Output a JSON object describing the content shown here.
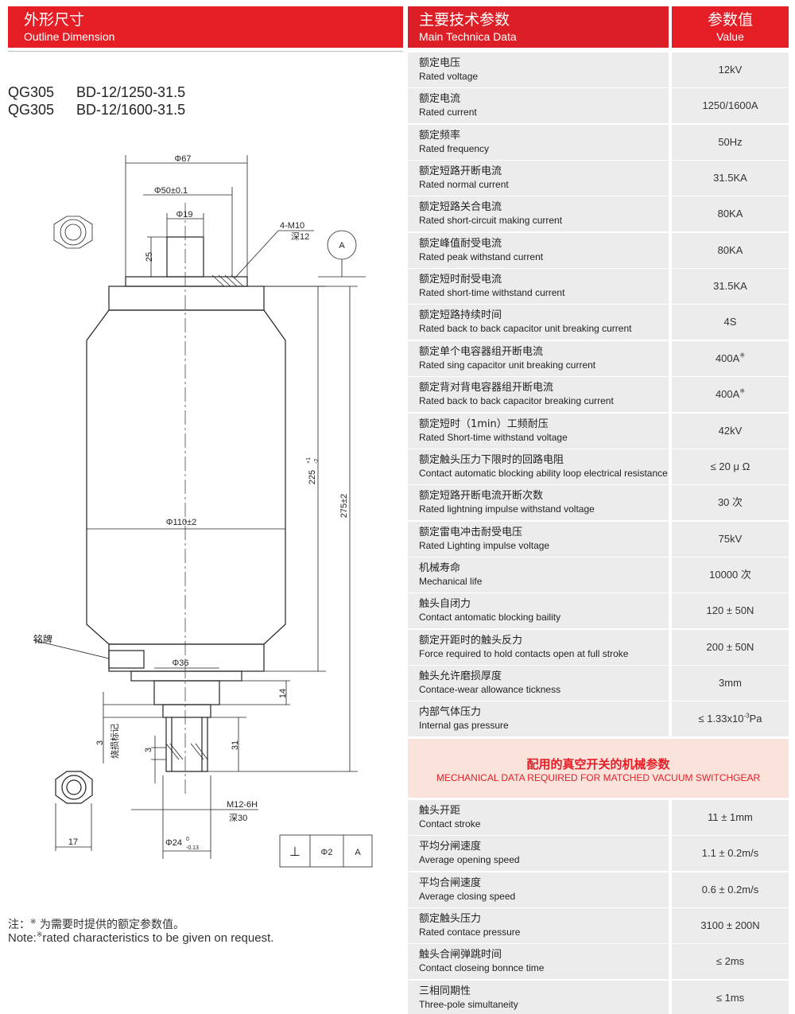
{
  "header": {
    "left_cn": "外形尺寸",
    "left_en": "Outline Dimension",
    "mid_cn": "主要技术参数",
    "mid_en": "Main Technica Data",
    "right_cn": "参数值",
    "right_en": "Value"
  },
  "models": [
    {
      "prefix": "QG305",
      "code": "BD-12/1250-31.5"
    },
    {
      "prefix": "QG305",
      "code": "BD-12/1600-31.5"
    }
  ],
  "drawing": {
    "phi67": "Φ67",
    "phi50": "Φ50±0.1",
    "phi19": "Φ19",
    "dim25": "25",
    "thread": "4-M10",
    "thread_depth": "深12",
    "datum": "A",
    "phi110": "Φ110±2",
    "dim225": "225",
    "tol225_up": "+1",
    "tol225_dn": "-2",
    "dim275": "275±2",
    "nameplate": "铭牌",
    "phi36": "Φ36",
    "dim14": "14",
    "dim31": "31",
    "dim3a": "3",
    "dim3b": "3",
    "burn_mark": "烧损标记",
    "m12": "M12-6H",
    "m12_depth": "深30",
    "dim17": "17",
    "phi24": "Φ24",
    "tol24_up": "0",
    "tol24_dn": "-0.13",
    "perp_sym": "⊥",
    "perp_tol": "Φ2",
    "perp_datum": "A"
  },
  "params": [
    {
      "cn": "额定电压",
      "en": "Rated voltage",
      "value": "12kV"
    },
    {
      "cn": "额定电流",
      "en": "Rated current",
      "value": "1250/1600A"
    },
    {
      "cn": "额定频率",
      "en": "Rated frequency",
      "value": "50Hz"
    },
    {
      "cn": "额定短路开断电流",
      "en": "Rated normal current",
      "value": "31.5KA"
    },
    {
      "cn": "额定短路关合电流",
      "en": "Rated short-circuit making current",
      "value": "80KA"
    },
    {
      "cn": "额定峰值耐受电流",
      "en": "Rated peak withstand current",
      "value": "80KA"
    },
    {
      "cn": "额定短时耐受电流",
      "en": "Rated short-time withstand current",
      "value": "31.5KA"
    },
    {
      "cn": "额定短路持续时间",
      "en": "Rated back to back capacitor unit breaking current",
      "value": "4S"
    },
    {
      "cn": "额定单个电容器组开断电流",
      "en": "Rated sing capacitor unit breaking current",
      "value": "400A",
      "sup": "※"
    },
    {
      "cn": "额定背对背电容器组开断电流",
      "en": "Rated back to back capacitor breaking current",
      "value": "400A",
      "sup": "※"
    },
    {
      "cn": "额定短时（1min）工频耐压",
      "en": "Rated Short-time withstand voltage",
      "value": "42kV"
    },
    {
      "cn": "额定触头压力下限时的回路电阻",
      "en": "Contact automatic blocking ability loop electrical resistance",
      "value": "≤ 20 μ  Ω"
    },
    {
      "cn": "额定短路开断电流开断次数",
      "en": "Rated lightning impulse withstand voltage",
      "value": "30 次"
    },
    {
      "cn": "额定雷电冲击耐受电压",
      "en": "Rated Lighting impulse  voltage",
      "value": "75kV"
    },
    {
      "cn": "机械寿命",
      "en": "Mechanical life",
      "value": "10000 次"
    },
    {
      "cn": "触头自闭力",
      "en": "Contact antomatic blocking baility",
      "value": "120 ± 50N"
    },
    {
      "cn": "额定开距时的触头反力",
      "en": "Force required to hold contacts open at full stroke",
      "value": "200 ± 50N"
    },
    {
      "cn": "触头允许磨损厚度",
      "en": "Contace-wear allowance tickness",
      "value": "3mm"
    },
    {
      "cn": "内部气体压力",
      "en": "Internal gas pressure",
      "value": "≤ 1.33x10",
      "sup": "-3",
      "tail": "Pa"
    }
  ],
  "mech_header": {
    "cn": "配用的真空开关的机械参数",
    "en": "MECHANICAL DATA REQUIRED FOR MATCHED VACUUM SWITCHGEAR"
  },
  "mech_params": [
    {
      "cn": "触头开距",
      "en": "Contact stroke",
      "value": "11 ± 1mm"
    },
    {
      "cn": "平均分闸速度",
      "en": "Average opening speed",
      "value": "1.1 ± 0.2m/s"
    },
    {
      "cn": "平均合闸速度",
      "en": "Average closing speed",
      "value": "0.6 ± 0.2m/s"
    },
    {
      "cn": "额定触头压力",
      "en": "Rated contace pressure",
      "value": "3100 ± 200N"
    },
    {
      "cn": "触头合闸弹跳时间",
      "en": "Contact closeing bonnce time",
      "value": "≤ 2ms"
    },
    {
      "cn": "三相同期性",
      "en": "Three-pole simultaneity",
      "value": "≤ 1ms"
    }
  ],
  "notes": {
    "cn_prefix": "注：",
    "cn_mark": "※",
    "cn_text": " 为需要时提供的额定参数值。",
    "en_prefix": "Note:",
    "en_mark": "※",
    "en_text": "rated characteristics to be given on request."
  }
}
